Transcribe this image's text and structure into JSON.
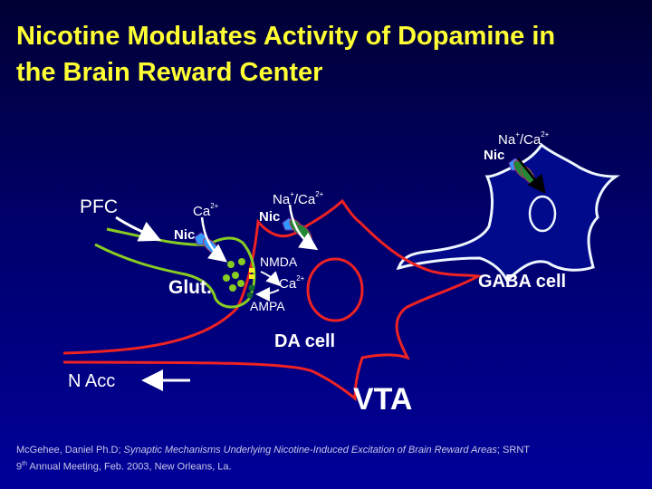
{
  "title": {
    "line1": "Nicotine Modulates Activity of Dopamine in",
    "line2": "the Brain Reward Center"
  },
  "labels": {
    "pfc": "PFC",
    "ca_glut": "Ca",
    "ca_glut_sup": "2+",
    "nic_glut": "Nic",
    "na_da": "Na",
    "na_da_sup": "+",
    "ca_da": "/Ca",
    "ca_da_sup": "2+",
    "nic_da": "Nic",
    "nmda": "NMDA",
    "ca_inner": "Ca",
    "ca_inner_sup": "2+",
    "ampa": "AMPA",
    "glut": "Glut.",
    "da_cell": "DA cell",
    "n_acc": "N Acc",
    "vta": "VTA",
    "na_gaba": "Na",
    "na_gaba_sup": "+",
    "ca_gaba": "/Ca",
    "ca_gaba_sup": "2+",
    "nic_gaba": "Nic",
    "gaba_cell": "GABA cell"
  },
  "citation": {
    "author": "McGehee, Daniel Ph.D;",
    "work": "Synaptic Mechanisms Underlying Nicotine-Induced Excitation of Brain Reward Areas",
    "venue": "; SRNT",
    "ordinal": "9",
    "ordinal_sup": "th",
    "rest": " Annual Meeting, Feb. 2003, New Orleans, La."
  },
  "colors": {
    "title": "#ffff33",
    "da_cell": "#ee2222",
    "glut_terminal": "#88cc22",
    "gaba_cell": "#eef6ff",
    "background": "#000099"
  }
}
